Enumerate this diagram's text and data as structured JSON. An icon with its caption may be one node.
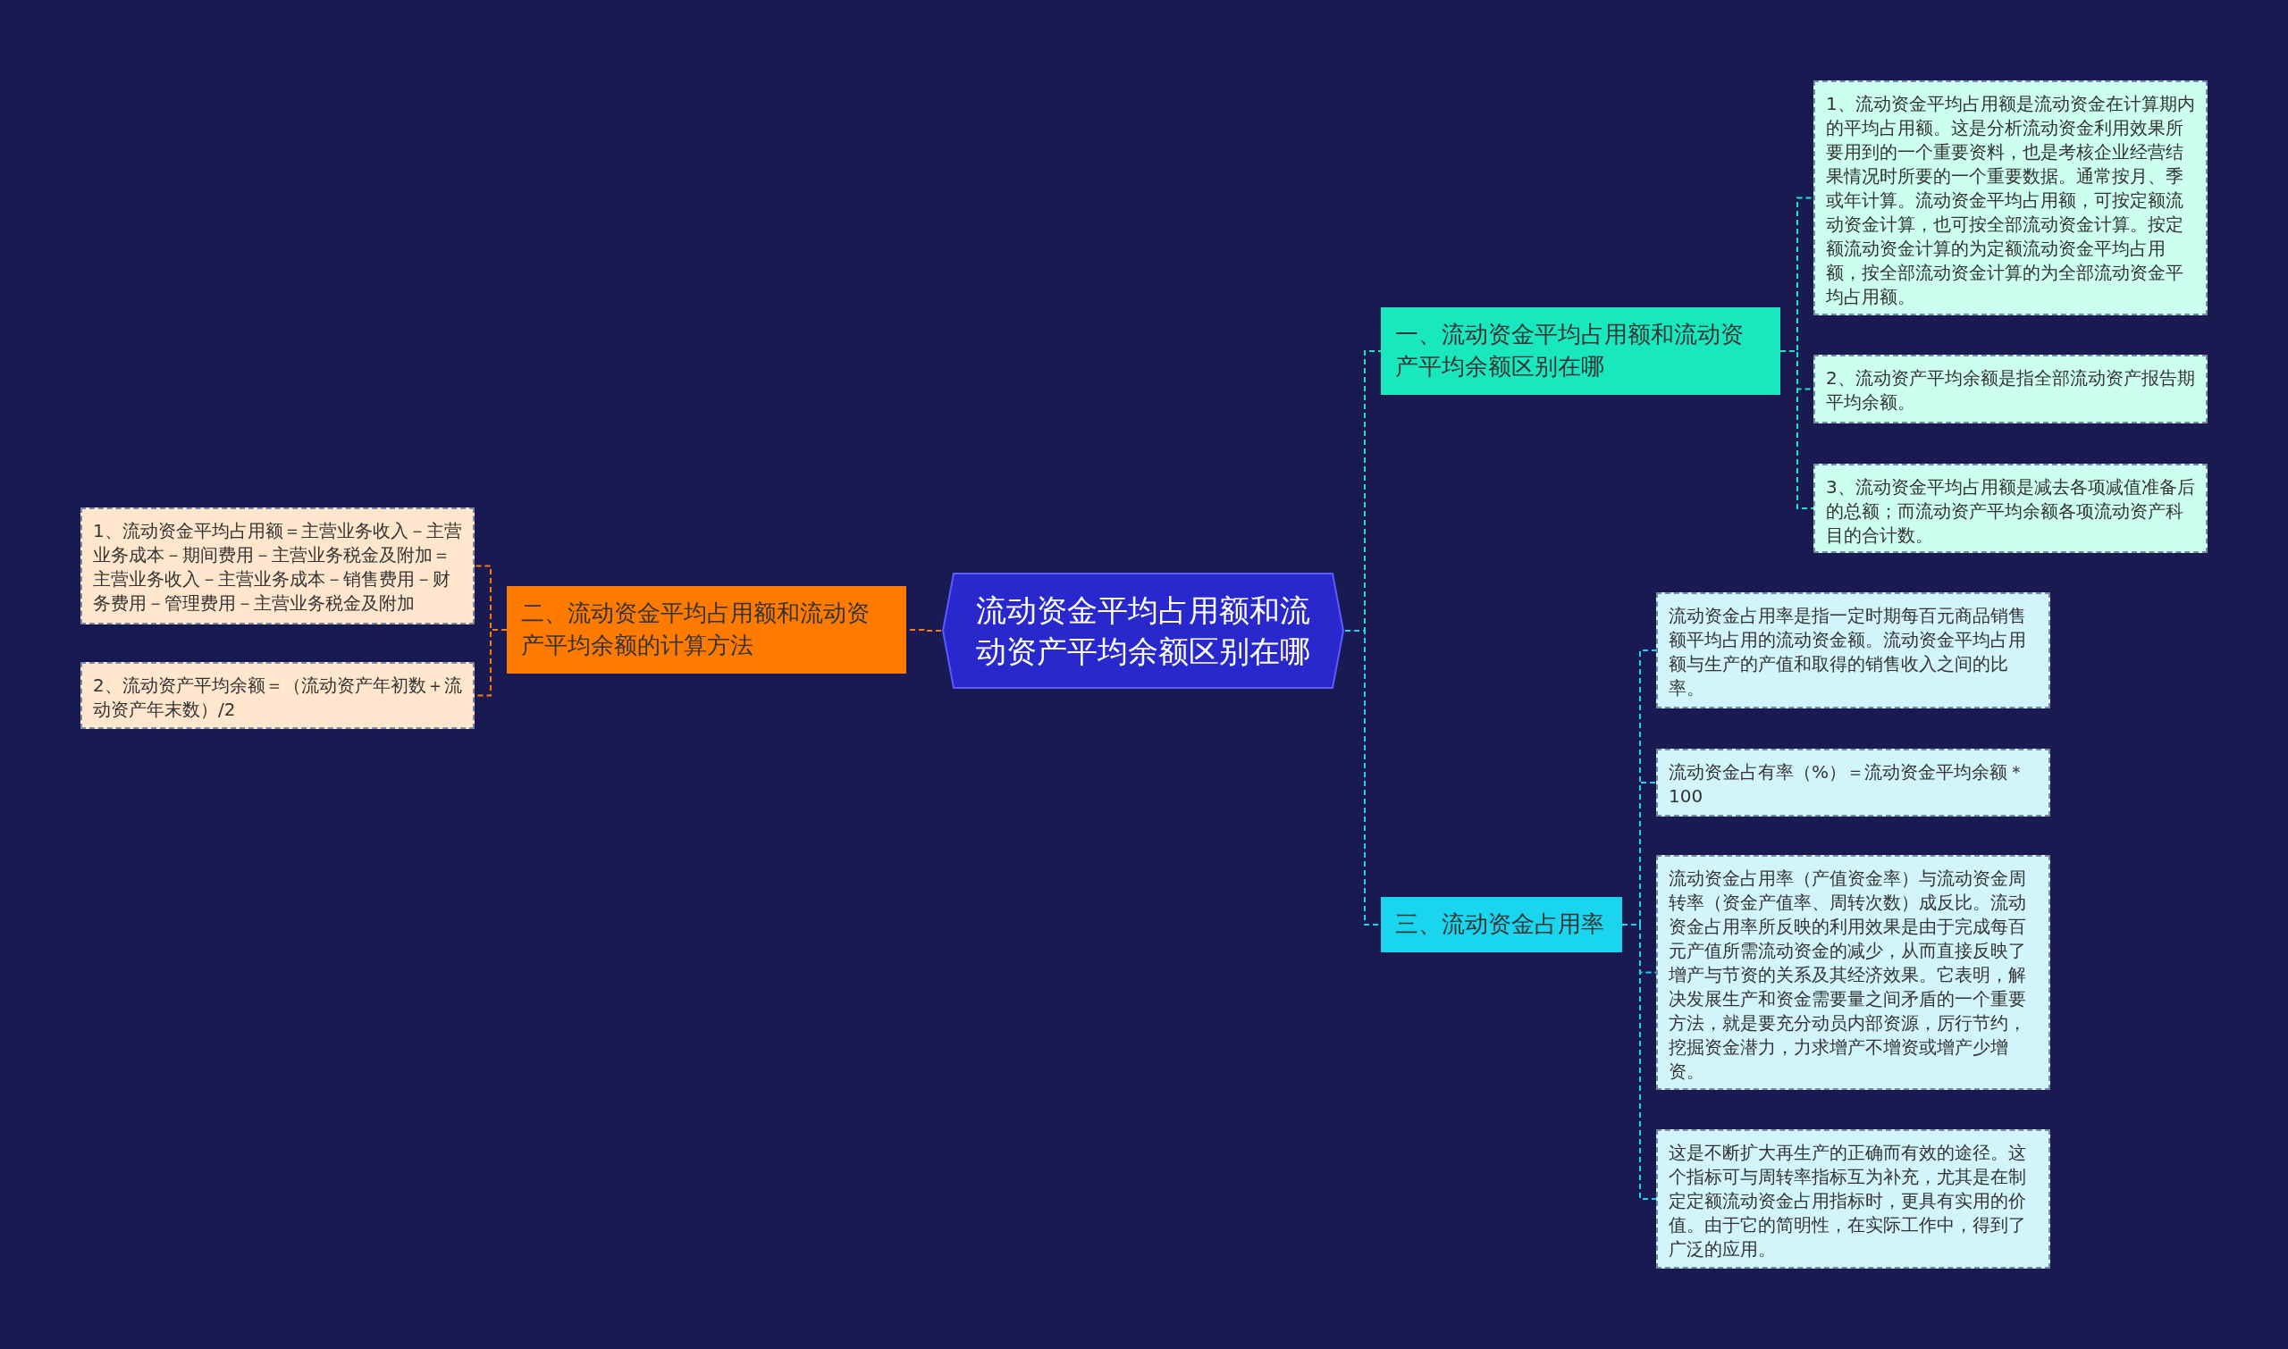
{
  "diagram": {
    "nodes": [
      {
        "text": [
          "流动资金平均占用额和流动资产平均余额区别在哪"
        ]
      },
      {
        "text": [
          "一、流动资金平均占用额和流动资产平均余额区别在哪"
        ]
      },
      {
        "text": [
          "二、流动资金平均占用额和流动资产平均余额的计算方法"
        ]
      },
      {
        "text": [
          "三、流动资金占用率"
        ]
      },
      {
        "text": [
          "1、流动资金平均占用额是流动资金在计算期内的平均占用额。这是分析流动资金利用效果所要用到的一个重要资料，也是考核企业经营结果情况时所要的一个重要数据。通常按月、季或年计算。流动资金平均占用额，可按定额流动资金计算，也可按全部流动资金计算。按定额流动资金计算的为定额流动资金平均占用额，按全部流动资金计算的为全部流动资金平均占用额。"
        ]
      },
      {
        "text": [
          "2、流动资产平均余额是指全部流动资产报告期平均余额。"
        ]
      },
      {
        "text": [
          "3、流动资金平均占用额是减去各项减值准备后的总额；而流动资产平均余额各项流动资产科目的合计数。"
        ]
      },
      {
        "text": [
          "1、流动资金平均占用额＝主营业务收入－主营业务成本－期间费用－主营业务税金及附加＝主营业务收入－主营业务成本－销售费用－财务费用－管理费用－主营业务税金及附加"
        ]
      },
      {
        "text": [
          "2、流动资产平均余额＝（流动资产年初数＋流动资产年末数）/2"
        ]
      },
      {
        "text": [
          "流动资金占用率是指一定时期每百元商品销售额平均占用的流动资金额。流动资金平均占用额与生产的产值和取得的销售收入之间的比率。"
        ]
      },
      {
        "text": [
          "流动资金占有率（%）＝流动资金平均余额＊100"
        ]
      },
      {
        "text": [
          "流动资金占用率（产值资金率）与流动资金周转率（资金产值率、周转次数）成反比。流动资金占用率所反映的利用效果是由于完成每百元产值所需流动资金的减少，从而直接反映了增产与节资的关系及其经济效果。它表明，解决发展生产和资金需要量之间矛盾的一个重要方法，就是要充分动员内部资源，厉行节约，挖掘资金潜力，力求增产不增资或增产少增资。"
        ]
      },
      {
        "text": [
          "这是不断扩大再生产的正确而有效的途径。这个指标可与周转率指标互为补充，尤其是在制定定额流动资金占用指标时，更具有实用的价值。由于它的简明性，在实际工作中，得到了广泛的应用。"
        ]
      }
    ],
    "edges": [
      {
        "from": 0,
        "to": 1,
        "arrow": "none",
        "color": "#19e8bf"
      },
      {
        "from": 0,
        "to": 2,
        "arrow": "none",
        "color": "#ff7b00"
      },
      {
        "from": 0,
        "to": 3,
        "arrow": "none"
      },
      {
        "from": 1,
        "to": 4,
        "arrow": "none",
        "color": "#19e8bf"
      },
      {
        "from": 1,
        "to": 5,
        "arrow": "none",
        "color": "#19e8bf"
      },
      {
        "from": 1,
        "to": 6,
        "arrow": "none",
        "color": "#19e8bf"
      },
      {
        "from": 2,
        "to": 7,
        "arrow": "none",
        "color": "#ff7b00"
      },
      {
        "from": 2,
        "to": 8,
        "arrow": "none",
        "color": "#ff7b00"
      },
      {
        "from": 3,
        "to": 9,
        "arrow": "none"
      },
      {
        "from": 3,
        "to": 10,
        "arrow": "none"
      },
      {
        "from": 3,
        "to": 11,
        "arrow": "none"
      },
      {
        "from": 3,
        "to": 12,
        "arrow": "none"
      }
    ]
  }
}
